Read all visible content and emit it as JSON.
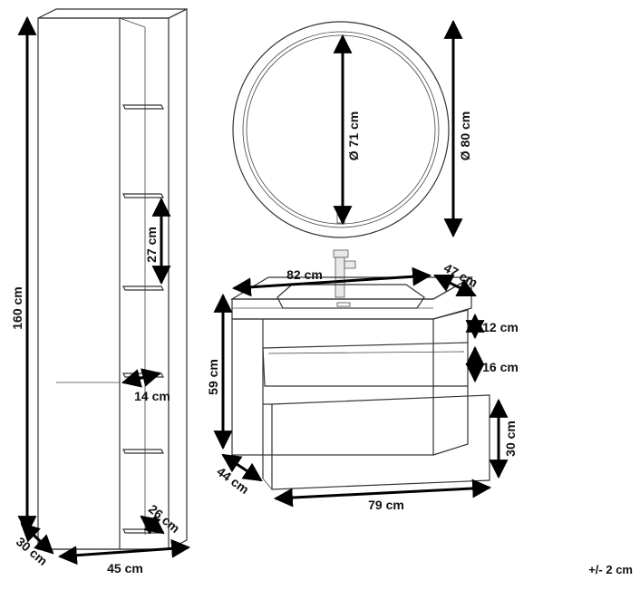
{
  "labels": {
    "cabinet_height": "160 cm",
    "cabinet_depth": "30 cm",
    "cabinet_width": "45 cm",
    "cabinet_shelf_gap": "27 cm",
    "cabinet_shelf_depth": "14 cm",
    "cabinet_inner_depth": "26 cm",
    "mirror_inner": "Ø 71 cm",
    "mirror_outer": "Ø 80 cm",
    "vanity_top_width": "82 cm",
    "vanity_top_depth": "47 cm",
    "vanity_top_thickness": "12 cm",
    "vanity_niche_height": "16 cm",
    "vanity_drawer_height": "30 cm",
    "vanity_total_height": "59 cm",
    "vanity_depth": "44 cm",
    "vanity_width": "79 cm"
  },
  "tolerance": "+/- 2 cm"
}
